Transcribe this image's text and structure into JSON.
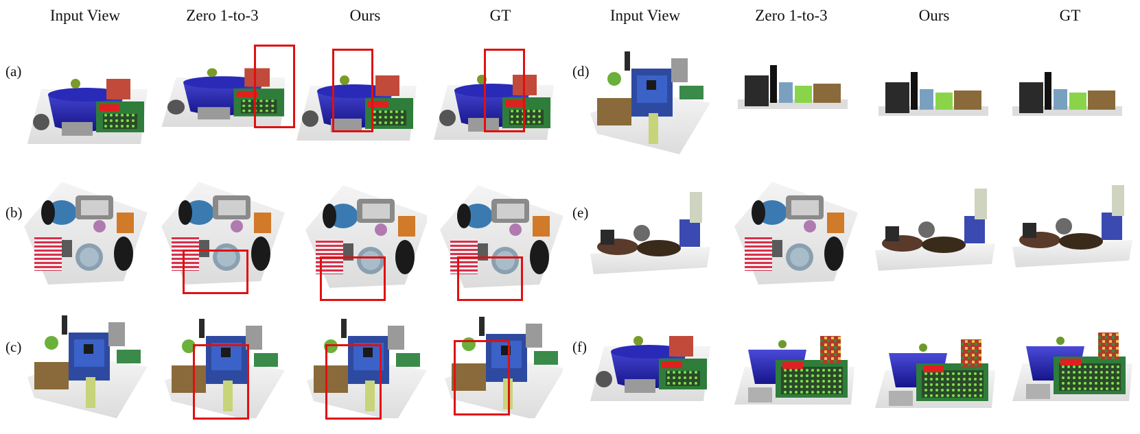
{
  "figure": {
    "column_headers": [
      "Input View",
      "Zero 1-to-3",
      "Ours",
      "GT",
      "Input View",
      "Zero 1-to-3",
      "Ours",
      "GT"
    ],
    "rows_left": [
      {
        "label": "(a)"
      },
      {
        "label": "(b)"
      },
      {
        "label": "(c)"
      }
    ],
    "rows_right": [
      {
        "label": "(d)"
      },
      {
        "label": "(e)"
      },
      {
        "label": "(f)"
      }
    ],
    "highlight_color": "#e01010"
  }
}
